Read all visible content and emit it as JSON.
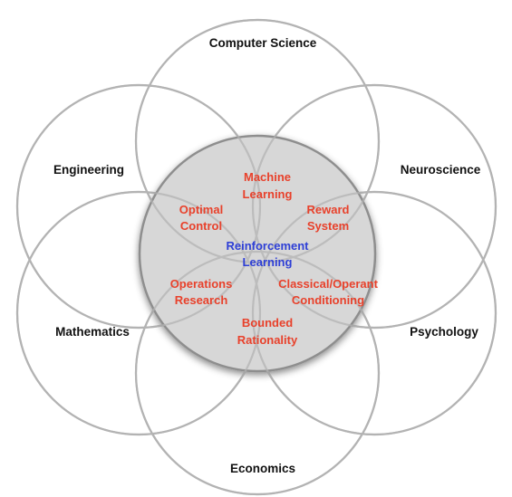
{
  "colors": {
    "discipline_text": "#111111",
    "topic_text": "#e8412b",
    "core_text": "#2e3fd6",
    "outer_circle_stroke": "#b3b3b3",
    "core_circle_fill": "#d7d7d7"
  },
  "core": {
    "lines": [
      "Reinforcement",
      "Learning"
    ]
  },
  "disciplines": {
    "computer_science": "Computer Science",
    "neuroscience": "Neuroscience",
    "psychology": "Psychology",
    "economics": "Economics",
    "mathematics": "Mathematics",
    "engineering": "Engineering"
  },
  "topics": {
    "machine_learning": [
      "Machine",
      "Learning"
    ],
    "reward_system": [
      "Reward",
      "System"
    ],
    "classical_operant": [
      "Classical/Operant",
      "Conditioning"
    ],
    "bounded_rationality": [
      "Bounded",
      "Rationality"
    ],
    "operations_research": [
      "Operations",
      "Research"
    ],
    "optimal_control": [
      "Optimal",
      "Control"
    ]
  }
}
